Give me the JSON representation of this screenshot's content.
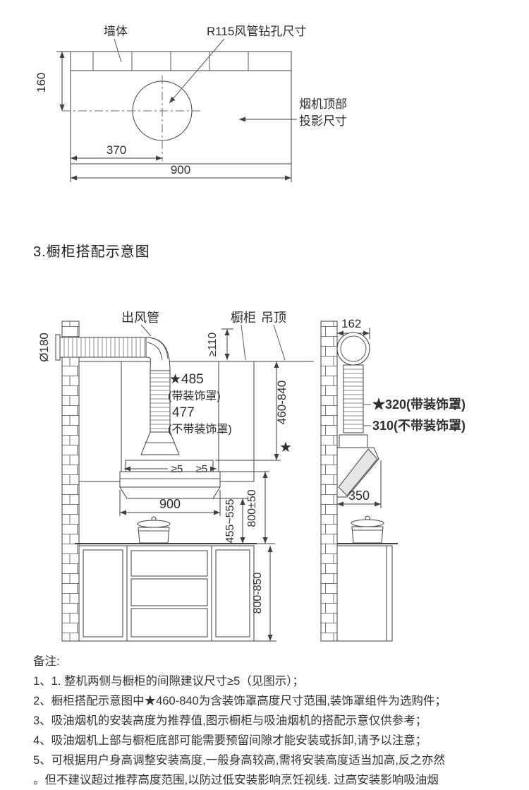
{
  "top_view": {
    "wall_label": "墙体",
    "hole_label": "R115风管钻孔尺寸",
    "proj_line1": "烟机顶部",
    "proj_line2": "投影尺寸",
    "dim_160": "160",
    "dim_370": "370",
    "dim_900": "900"
  },
  "section_title": "3.橱柜搭配示意图",
  "front_view": {
    "duct_label": "出风管",
    "cabinet_label": "橱柜",
    "ceiling_label": "吊顶",
    "pipe_diameter": "Ø180",
    "gap_ceiling": "≥110",
    "h_with_cover": "★485",
    "h_with_cover_note": "(带装饰罩)",
    "h_no_cover": "477",
    "h_no_cover_note": "(不带装饰罩)",
    "range_cover": "460-840",
    "range_star": "★",
    "gap_left": "≥5",
    "gap_right": "≥5",
    "hood_width": "900",
    "h_hood_to_counter": "455~555",
    "h_install": "800±50",
    "h_base_cabinet": "800-850"
  },
  "side_view": {
    "dim_162": "162",
    "depth_with_cover": "★320(带装饰罩)",
    "depth_no_cover": "310(不带装饰罩)",
    "dim_350": "350"
  },
  "notes": {
    "title": "备注:",
    "items": [
      "1、1. 整机两侧与橱柜的间隙建议尺寸≥5（见图示）；",
      "2、橱柜搭配示意图中★460-840为含装饰罩高度尺寸范围,装饰罩组件为选购件；",
      "3、吸油烟机的安装高度为推荐值,图示橱柜与吸油烟机的搭配示意仅供参考；",
      "4、吸油烟机上部与橱柜底部可能需要预留间隙才能安装或拆卸,请予以注意；",
      "5、可根据用户身高调整安装高度,一般身高较高,需将安装高度适当加高,反之亦然",
      "。但不建议超过推荐高度范围,以防过低安装影响烹饪视线. 过高安装影响吸油烟"
    ]
  }
}
